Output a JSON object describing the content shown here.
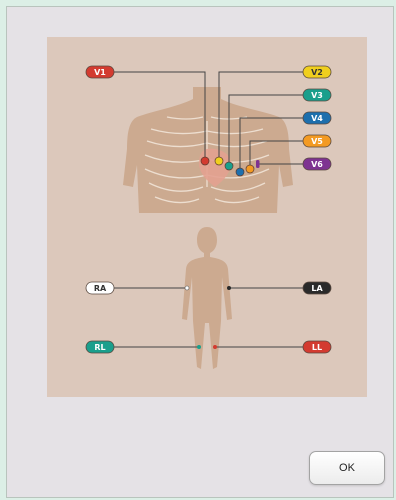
{
  "diagram": {
    "chest_leads": [
      {
        "label": "V1",
        "color": "#d33b30",
        "text_color": "#ffffff"
      },
      {
        "label": "V2",
        "color": "#f0cf1e",
        "text_color": "#333333"
      },
      {
        "label": "V3",
        "color": "#1a9f8c",
        "text_color": "#ffffff"
      },
      {
        "label": "V4",
        "color": "#1d6fad",
        "text_color": "#ffffff"
      },
      {
        "label": "V5",
        "color": "#f39a22",
        "text_color": "#ffffff"
      },
      {
        "label": "V6",
        "color": "#7e3391",
        "text_color": "#ffffff"
      }
    ],
    "limb_leads": [
      {
        "label": "RA",
        "color": "#ffffff",
        "text_color": "#333333"
      },
      {
        "label": "LA",
        "color": "#2a2a2a",
        "text_color": "#ffffff"
      },
      {
        "label": "RL",
        "color": "#1a9f8c",
        "text_color": "#ffffff"
      },
      {
        "label": "LL",
        "color": "#d33b30",
        "text_color": "#ffffff"
      }
    ]
  },
  "dialog": {
    "ok_label": "OK"
  }
}
